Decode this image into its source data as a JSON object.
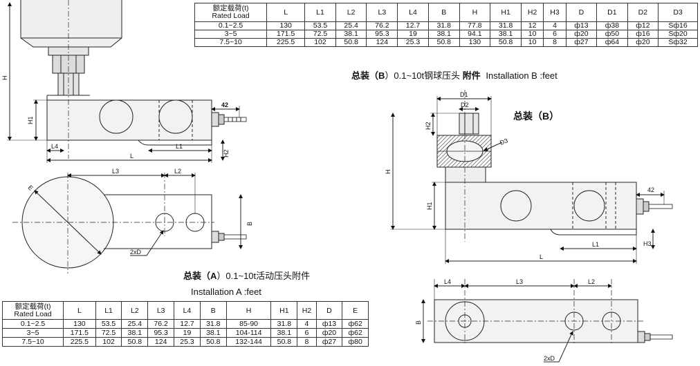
{
  "tableB": {
    "header_cn": "额定载荷(t)",
    "header_en": "Rated Load",
    "columns": [
      "L",
      "L1",
      "L2",
      "L3",
      "L4",
      "B",
      "H",
      "H1",
      "H2",
      "H3",
      "D",
      "D1",
      "D2",
      "D3"
    ],
    "rows": [
      [
        "0.1~2.5",
        "130",
        "53.5",
        "25.4",
        "76.2",
        "12.7",
        "31.8",
        "77.8",
        "31.8",
        "12",
        "4",
        "ф13",
        "ф38",
        "ф12",
        "Sф16"
      ],
      [
        "3~5",
        "171.5",
        "72.5",
        "38.1",
        "95.3",
        "19",
        "38.1",
        "94.1",
        "38.1",
        "10",
        "6",
        "ф20",
        "ф50",
        "ф16",
        "Sф20"
      ],
      [
        "7.5~10",
        "225.5",
        "102",
        "50.8",
        "124",
        "25.3",
        "50.8",
        "130",
        "50.8",
        "10",
        "8",
        "ф27",
        "ф64",
        "ф20",
        "Sф32"
      ]
    ]
  },
  "tableA": {
    "header_cn": "额定载荷(t)",
    "header_en": "Rated Load",
    "columns": [
      "L",
      "L1",
      "L2",
      "L3",
      "L4",
      "B",
      "H",
      "H1",
      "H2",
      "D",
      "E"
    ],
    "rows": [
      [
        "0.1~2.5",
        "130",
        "53.5",
        "25.4",
        "76.2",
        "12.7",
        "31.8",
        "85-90",
        "31.8",
        "4",
        "ф13",
        "ф62"
      ],
      [
        "3~5",
        "171.5",
        "72.5",
        "38.1",
        "95.3",
        "19",
        "38.1",
        "104-114",
        "38.1",
        "6",
        "ф20",
        "ф62"
      ],
      [
        "7.5~10",
        "225.5",
        "102",
        "50.8",
        "124",
        "25.3",
        "50.8",
        "132-144",
        "50.8",
        "8",
        "ф27",
        "ф80"
      ]
    ]
  },
  "captionB": {
    "prefix": "总装（",
    "letter": "B",
    "rest": "）0.1~10t钢球压头",
    "bold_tail": "附件",
    "en": "Installation B :feet"
  },
  "captionA": {
    "prefix": "总装（",
    "letter": "A",
    "rest": "）0.1~10t活动压头附件",
    "en": "Installation A :feet"
  },
  "titleB": "总装（B）",
  "labels": {
    "H": "H",
    "H1": "H1",
    "H2": "H2",
    "H3": "H3",
    "L": "L",
    "L1": "L1",
    "L2": "L2",
    "L3": "L3",
    "L4": "L4",
    "B": "B",
    "D1": "D1",
    "D2": "D2",
    "D3": "D3",
    "E": "E",
    "dim42": "42",
    "holes": "2xD"
  }
}
